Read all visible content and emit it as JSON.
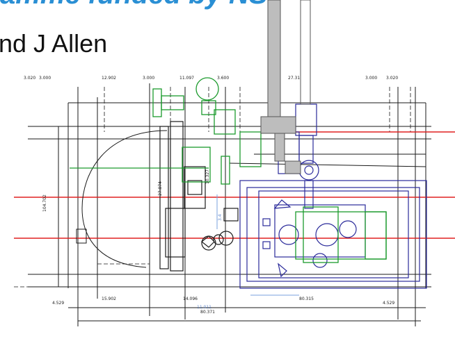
{
  "slide": {
    "title_fragment": "amme funded by NSF",
    "author": "nd J Allen"
  },
  "drawing": {
    "top_dimensions": [
      "3.020",
      "3.000",
      "12.902",
      "3.000",
      "11.097",
      "3.600",
      "27.31",
      "3.000",
      "3.020"
    ],
    "bottom_dimensions": [
      "4.529",
      "15.902",
      "14.096",
      "80.315",
      "4.529"
    ],
    "overall_label": "11.011",
    "overall_width": "80.371",
    "left_height": "104.702",
    "center_labels": [
      "27.874",
      "10.327",
      "3.4"
    ],
    "colors": {
      "frame": "#1a1a1a",
      "chamber": "#2a2a9a",
      "components": "#1b9a2c",
      "gantry": "#555555",
      "gantry_fill": "#bdbdbd",
      "axes": "#e02020",
      "blue_dim": "#7aa0dc"
    }
  }
}
